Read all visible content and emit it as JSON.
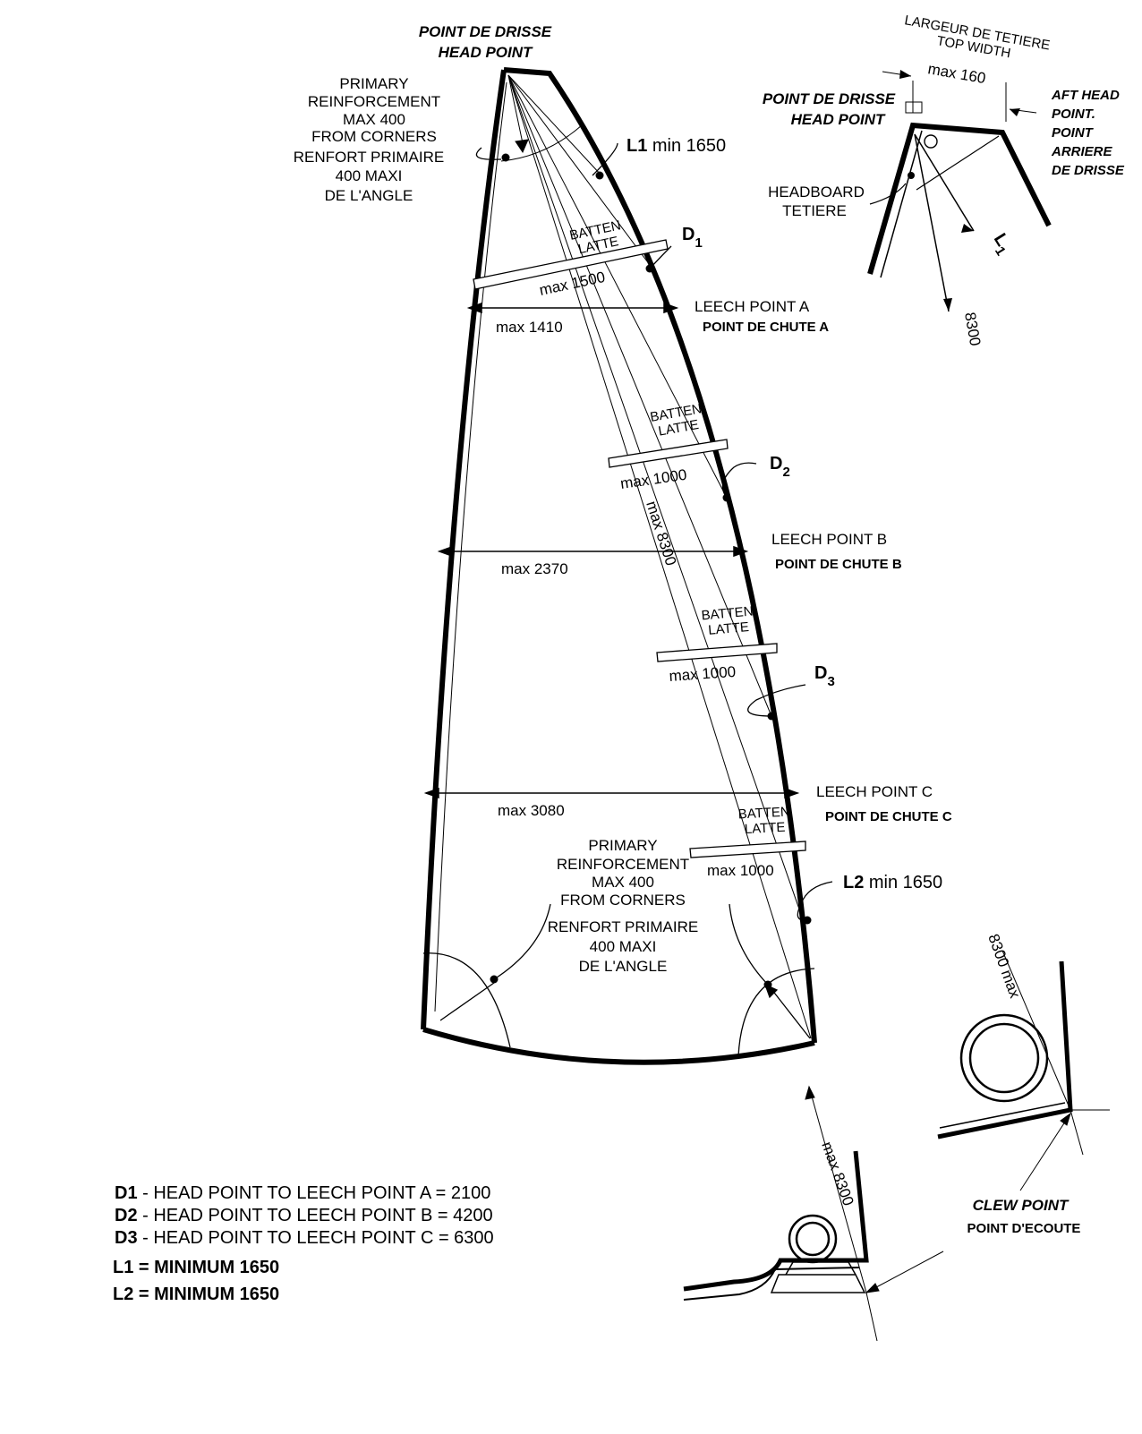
{
  "head_point": {
    "fr": "POINT DE DRISSE",
    "en": "HEAD  POINT"
  },
  "primary_top": [
    "PRIMARY",
    "REINFORCEMENT",
    "MAX   400",
    "FROM   CORNERS",
    "RENFORT PRIMAIRE",
    "400 MAXI",
    "DE L'ANGLE"
  ],
  "primary_bottom": [
    "PRIMARY",
    "REINFORCEMENT",
    "MAX   400",
    "FROM   CORNERS",
    "RENFORT PRIMAIRE",
    "400 MAXI",
    "DE L'ANGLE"
  ],
  "l1_label": {
    "name": "L1",
    "rest": " min 1650"
  },
  "l2_label": {
    "name": "L2",
    "rest": " min 1650"
  },
  "batten": {
    "en": "BATTEN",
    "fr": "LATTE"
  },
  "batten_max": [
    "max   1500",
    "max   1000",
    "max   1000",
    "max   1000"
  ],
  "widths": [
    "max   1410",
    "max   2370",
    "max   3080"
  ],
  "luff_max": "max   8300",
  "d_labels": [
    {
      "d": "D",
      "sub": "1"
    },
    {
      "d": "D",
      "sub": "2"
    },
    {
      "d": "D",
      "sub": "3"
    }
  ],
  "leech_points": [
    {
      "en": "LEECH   POINT   A",
      "fr": "POINT DE CHUTE A"
    },
    {
      "en": "LEECH   POINT   B",
      "fr": "POINT DE CHUTE B"
    },
    {
      "en": "LEECH   POINT   C",
      "fr": "POINT DE CHUTE C"
    }
  ],
  "inset_head": {
    "top_width_fr": "LARGEUR DE TETIERE",
    "top_width_en": "TOP WIDTH",
    "top_width_max": "max   160",
    "head_fr": "POINT DE DRISSE",
    "head_en": "HEAD   POINT",
    "aft": [
      "AFT HEAD",
      "POINT.",
      "POINT",
      "ARRIERE",
      "DE DRISSE"
    ],
    "headboard_en": "HEADBOARD",
    "headboard_fr": "TETIERE",
    "l1": "L",
    "l1_sub": "1",
    "len": "8300"
  },
  "inset_clew": {
    "max_right": "8300   max",
    "max_left": "max   8300",
    "clew_en": "CLEW   POINT",
    "clew_fr": "POINT D'ECOUTE"
  },
  "legend": [
    {
      "key": "D1",
      "text": " - HEAD POINT TO LEECH POINT A  = 2100"
    },
    {
      "key": "D2",
      "text": " - HEAD POINT TO LEECH POINT B = 4200"
    },
    {
      "key": "D3",
      "text": " - HEAD POINT TO LEECH POINT C = 6300"
    },
    {
      "key": "L1 = MINIMUM 1650",
      "text": ""
    },
    {
      "key": "L2 = MINIMUM 1650",
      "text": ""
    }
  ]
}
